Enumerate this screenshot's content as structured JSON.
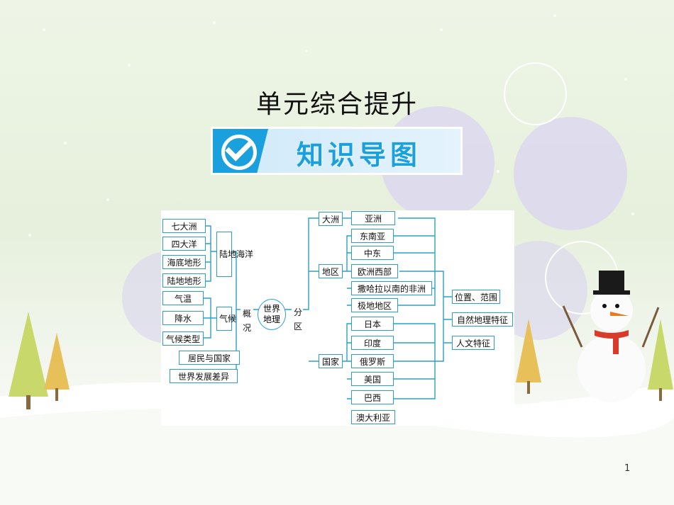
{
  "title": "单元综合提升",
  "banner": {
    "label": "知识导图"
  },
  "page_number": "1",
  "colors": {
    "line": "#2aa0c8",
    "banner_blue": "#1aa0dc"
  },
  "mindmap": {
    "center": "世界\n地理",
    "left_branch_label": "概况",
    "right_branch_label": "分区",
    "land_sea_group": "陆地海洋",
    "land_sea_items": [
      "七大洲",
      "四大洋",
      "海底地形",
      "陆地地形"
    ],
    "climate_group": "气候",
    "climate_items": [
      "气温",
      "降水",
      "气候类型"
    ],
    "other_items": [
      "居民与国家",
      "世界发展差异"
    ],
    "continent_group": "大洲",
    "continent_items": [
      "亚洲"
    ],
    "region_group": "地区",
    "region_items": [
      "东南亚",
      "中东",
      "欧洲西部",
      "撒哈拉以南的非洲",
      "极地地区"
    ],
    "country_group": "国家",
    "country_items": [
      "日本",
      "印度",
      "俄罗斯",
      "美国",
      "巴西",
      "澳大利亚"
    ],
    "features": [
      "位置、范围",
      "自然地理特征",
      "人文特征"
    ]
  }
}
